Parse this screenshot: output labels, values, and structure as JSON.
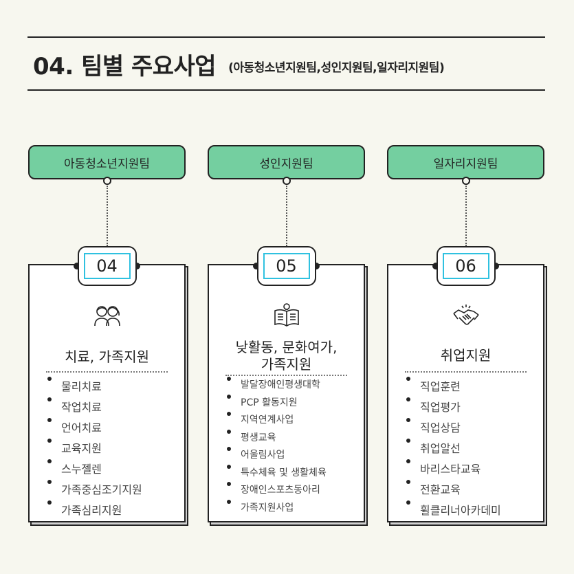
{
  "header": {
    "title": "04. 팀별 주요사업",
    "subtitle": "(아동청소년지원팀,성인지원팀,일자리지원팀)"
  },
  "colors": {
    "tab": "#74cfa0",
    "number_border": "#2fc1e0",
    "background": "#f7f7ef"
  },
  "teams": [
    {
      "name": "아동청소년지원팀",
      "number": "04",
      "icon": "children-icon",
      "title": "치료, 가족지원",
      "items": [
        "물리치료",
        "작업치료",
        "언어치료",
        "교육지원",
        "스누젤렌",
        "가족중심조기지원",
        "가족심리지원"
      ]
    },
    {
      "name": "성인지원팀",
      "number": "05",
      "icon": "open-book-lightbulb-icon",
      "title": "낮활동, 문화여가,",
      "title2": "가족지원",
      "items": [
        "발달장애인평생대학",
        "PCP 활동지원",
        "지역연계사업",
        "평생교육",
        "어울림사업",
        "특수체육 및 생활체육",
        "장애인스포츠동아리",
        "가족지원사업"
      ]
    },
    {
      "name": "일자리지원팀",
      "number": "06",
      "icon": "handshake-icon",
      "title": "취업지원",
      "items": [
        "직업훈련",
        "직업평가",
        "직업상담",
        "취업알선",
        "바리스타교육",
        "전환교육",
        "휠클리너아카데미"
      ]
    }
  ]
}
